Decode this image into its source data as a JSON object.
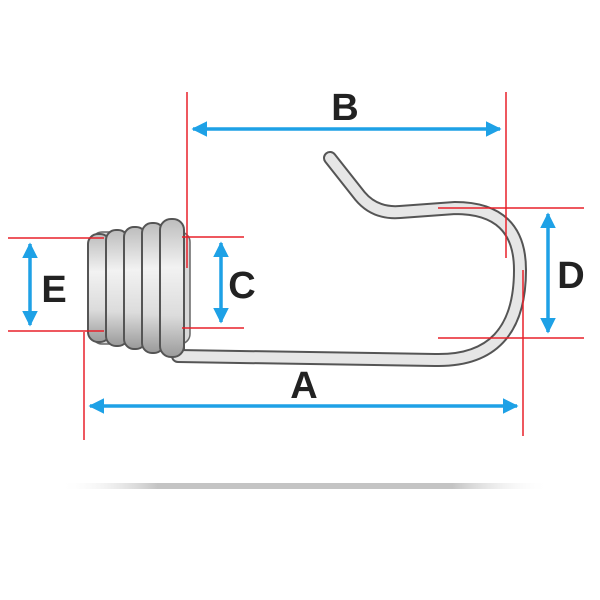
{
  "labels": {
    "a": "A",
    "b": "B",
    "c": "C",
    "d": "D",
    "e": "E"
  },
  "colors": {
    "background": "#ffffff",
    "extension_line": "#e8202a",
    "dimension_arrow": "#1ea1e6",
    "hook_fill": "#e6e6e6",
    "hook_outline": "#555555",
    "label": "#222222",
    "shadow": "#bdbdbd"
  }
}
